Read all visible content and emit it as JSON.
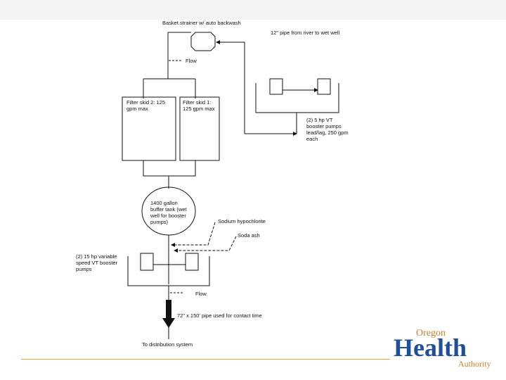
{
  "labels": {
    "basket_strainer": "Basket strainer w/ auto backwash",
    "pipe_river": "12\" pipe from river to wet well",
    "flow_top": "Flow",
    "filter_skid_2": "Filter skid 2: 125 gpm max",
    "filter_skid_1": "Filter skid 1: 125 gpm max",
    "booster_5hp": "(2) 5 hp VT booster pumps lead/lag, 250 gpm each",
    "buffer_tank": "1400 gallon buffer tank (wet well for booster pumps)",
    "sodium_hypochlorite": "Sodium hypochlorite",
    "soda_ash": "Soda ash",
    "booster_15hp": "(2) 15 hp variable speed VT booster pumps",
    "flow_bottom": "Flow",
    "contact_pipe": "72\" x 150' pipe used for contact time",
    "distribution": "To distribution system"
  },
  "logo": {
    "word1": "Oregon",
    "word2": "Health",
    "word3": "Authority"
  },
  "colors": {
    "accent_rule": "#e8a33c",
    "logo_blue": "#1f4e9c",
    "logo_orange": "#c9812a"
  }
}
